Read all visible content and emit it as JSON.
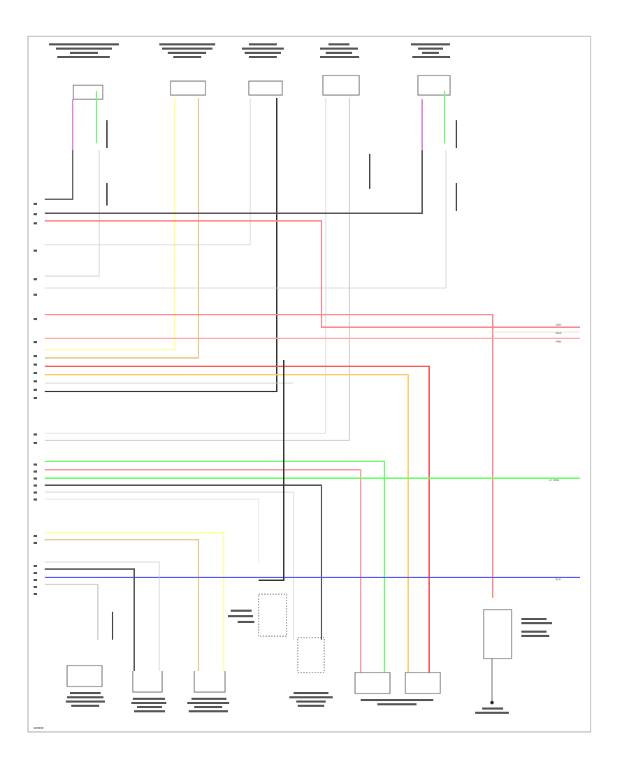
{
  "diagram": {
    "colors": {
      "black": "#333333",
      "pink": "#ff9999",
      "red": "#ff5555",
      "yellow": "#ffff99",
      "tan": "#e8c890",
      "orange": "#ffcc66",
      "green": "#66ff66",
      "blue": "#5555ff",
      "gray": "#b0b0b0",
      "violet": "#e080e0"
    },
    "footer_code": "W0000",
    "right_edge_labels": [
      "GRY",
      "RED",
      "PNK",
      "LT GRN",
      "BLU"
    ]
  }
}
